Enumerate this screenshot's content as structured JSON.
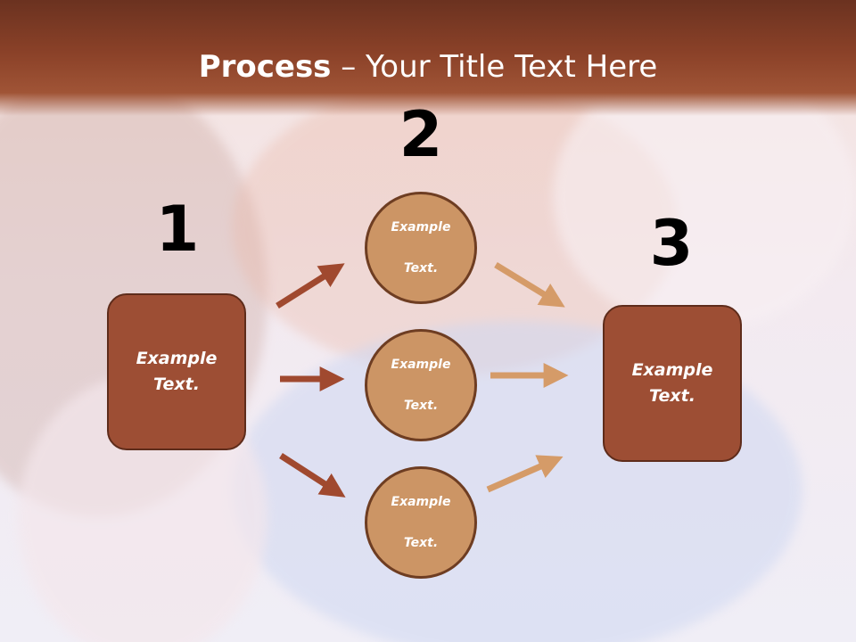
{
  "title": {
    "bold": "Process",
    "rest": " – Your Title Text Here"
  },
  "steps": {
    "one": "1",
    "two": "2",
    "three": "3"
  },
  "left_box": {
    "line1": "Example",
    "line2": "Text."
  },
  "right_box": {
    "line1": "Example",
    "line2": "Text."
  },
  "circles": [
    {
      "line1": "Example",
      "line2": "Text."
    },
    {
      "line1": "Example",
      "line2": "Text."
    },
    {
      "line1": "Example",
      "line2": "Text."
    }
  ],
  "colors": {
    "dark_box": "#9d4e34",
    "light_circle": "#cc9565",
    "arrow_dark": "#a0492f",
    "arrow_light": "#d59b68"
  }
}
